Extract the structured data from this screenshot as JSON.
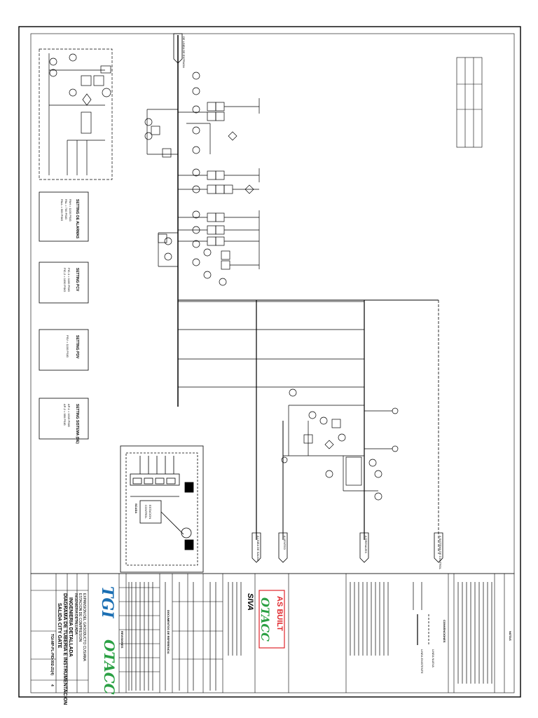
{
  "drawing": {
    "company_logo": "TGI",
    "contractor_logo": "OTACC",
    "as_built": "AS BUILT",
    "as_built_contractor": "OTACC",
    "client_name": "SIVA",
    "title_lines": [
      "INGENIERIA DETALLADA",
      "DIAGRAMA DE TUBERIA E INSTRUMENTACION",
      "SALIDA CITY GATE"
    ],
    "project_lines": [
      "EXPANSION DEL GASODUCTO CUSIANA",
      "ESTACION DE COMPRESION",
      "INGENIERIA DETALLADA"
    ],
    "drawing_number": "TGI-MP-PL-PID-002-21(4)",
    "sheet": "4",
    "revisions_title": "REVISIONES",
    "references_title": "DOCUMENTOS DE REFERENCIA",
    "notes_title": "NOTAS",
    "conventions_title": "CONVENCIONES",
    "legend_lines": [
      "LINEA EXISTENTE",
      "LINEA NUEVA"
    ]
  },
  "settings": [
    {
      "title": "SETTING SISTEMA (DE)",
      "lines": [
        "AP-1 = 1015 PSIG",
        "AP-2 = 999 PSIG"
      ]
    },
    {
      "title": "SETTING PDV",
      "lines": [
        "PSV = 1100 PSIG"
      ]
    },
    {
      "title": "SETTING PCV",
      "lines": [
        "PIC-1 = 1100 PSIG",
        "PIC-2 = 1050 PSIG"
      ]
    },
    {
      "title": "SETTING DE ALARMAS",
      "lines": [
        "PAH = 1100 PSIG",
        "PAL = 700 PSIG",
        "PALL = 500 PSIG"
      ]
    }
  ],
  "detail_panel": {
    "title": "SCADA",
    "labels": [
      "ESTACION",
      "CONTROL"
    ]
  },
  "outlets": [
    {
      "label": "A LINEA DE SALIDA"
    },
    {
      "label": "A VENTEO"
    },
    {
      "label": "A DRENAJES"
    },
    {
      "label": "A SISTEMA DE CONTROL"
    },
    {
      "label": "DE LINEA DE ENTRADA"
    }
  ]
}
